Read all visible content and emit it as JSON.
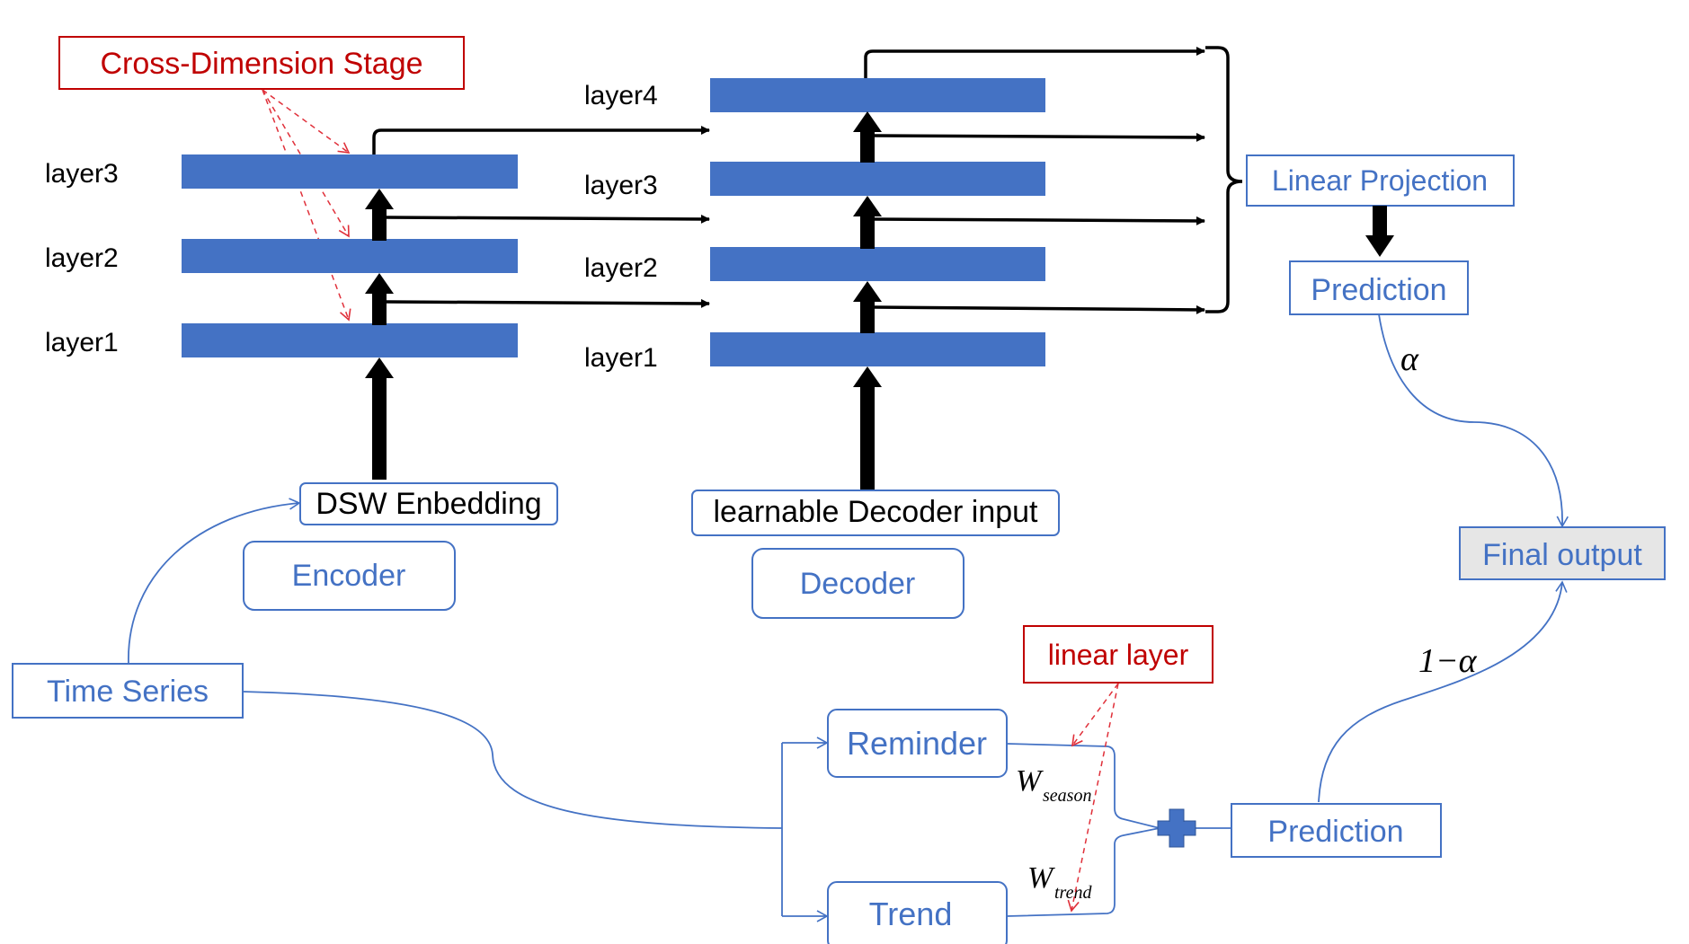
{
  "labels": {
    "cross_dimension_stage": "Cross-Dimension Stage",
    "linear_layer": "linear layer",
    "linear_projection": "Linear Projection",
    "prediction_top": "Prediction",
    "prediction_bottom": "Prediction",
    "final_output": "Final output",
    "time_series": "Time Series",
    "encoder": "Encoder",
    "decoder": "Decoder",
    "dsw_embedding": "DSW Enbedding",
    "decoder_input": "learnable Decoder input",
    "reminder": "Reminder",
    "trend": "Trend",
    "alpha": "α",
    "one_minus_alpha": "1−α",
    "w": "W",
    "w_season_sub": "season",
    "w_trend_sub": "trend"
  },
  "encoder_layers": [
    "layer3",
    "layer2",
    "layer1"
  ],
  "decoder_layers": [
    "layer4",
    "layer3",
    "layer2",
    "layer1"
  ],
  "colors": {
    "layer_fill": "#4472C4",
    "box_border": "#4472C4",
    "box_text": "#4472C4",
    "red_accent": "#C00000",
    "red_dash": "#E0303A",
    "final_fill": "#E6E6E6",
    "arrow": "#000000"
  }
}
